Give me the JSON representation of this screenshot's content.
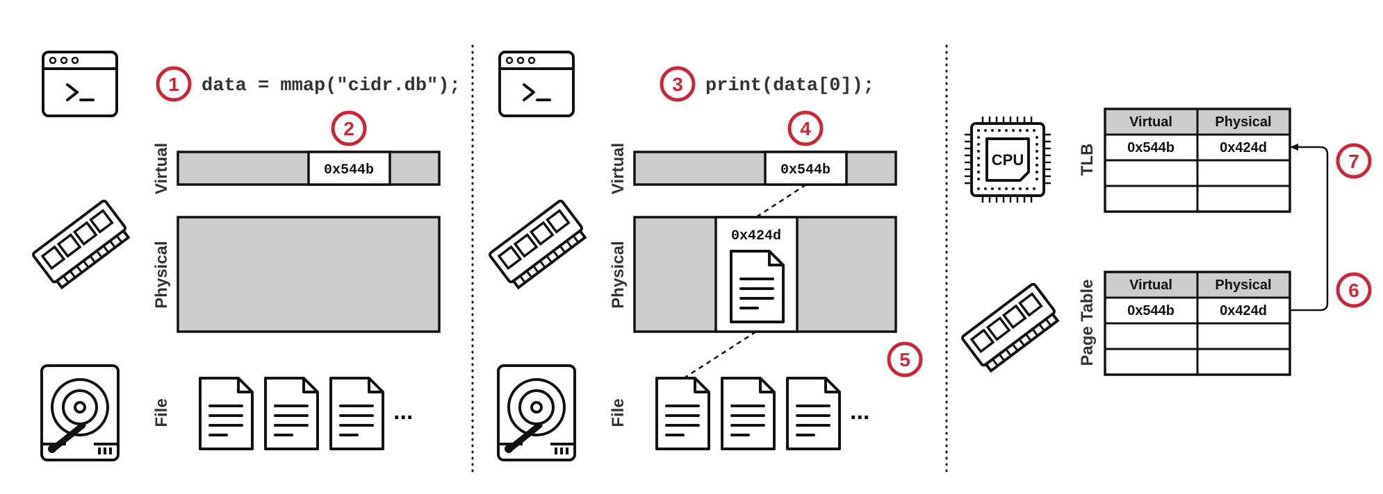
{
  "colors": {
    "accent": "#c8283a",
    "region_fill": "#cccccc",
    "stroke": "#111111",
    "text": "#333333"
  },
  "icons": [
    "terminal-icon",
    "ram-icon",
    "hard-drive-icon",
    "file-icon",
    "cpu-icon"
  ],
  "labels": {
    "virtual": "Virtual",
    "physical": "Physical",
    "file": "File",
    "tlb": "TLB",
    "page_table": "Page Table",
    "cpu": "CPU",
    "ellipsis": "..."
  },
  "steps": [
    "1",
    "2",
    "3",
    "4",
    "5",
    "6",
    "7"
  ],
  "code": {
    "mmap": "data = mmap(\"cidr.db\");",
    "print": "print(data[0]);"
  },
  "addresses": {
    "virtual": "0x544b",
    "physical": "0x424d"
  },
  "tlb": {
    "headers": [
      "Virtual",
      "Physical"
    ],
    "rows": [
      [
        "0x544b",
        "0x424d"
      ],
      [
        "",
        ""
      ],
      [
        "",
        ""
      ]
    ]
  },
  "page_table": {
    "headers": [
      "Virtual",
      "Physical"
    ],
    "rows": [
      [
        "0x544b",
        "0x424d"
      ],
      [
        "",
        ""
      ],
      [
        "",
        ""
      ]
    ]
  }
}
